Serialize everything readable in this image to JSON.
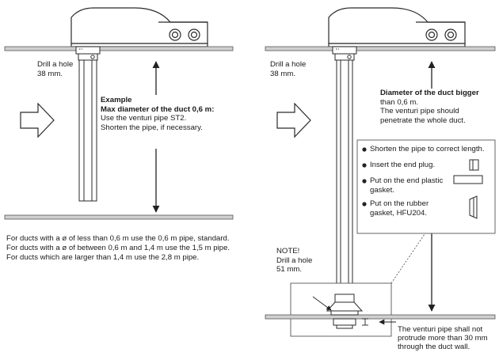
{
  "left": {
    "drill_note": [
      "Drill a hole",
      "38 mm."
    ],
    "example_title": "Example",
    "example_subtitle": "Max diameter of the duct 0,6 m:",
    "example_lines": [
      "Use the venturi pipe ST2.",
      "Shorten the pipe, if necessary."
    ],
    "footnotes": [
      "For ducts with a ø of less than 0,6 m use the 0,6 m pipe, standard.",
      "For ducts with a ø of between 0,6 m and 1,4 m use the 1,5 m pipe.",
      "For ducts which are larger than 1,4 m use the 2,8 m pipe."
    ]
  },
  "right": {
    "drill_note": [
      "Drill a hole",
      "38 mm."
    ],
    "bigger_title": "Diameter of the duct bigger",
    "bigger_lines": [
      "than 0,6 m.",
      "The venturi pipe should",
      "penetrate the whole duct."
    ],
    "steps": [
      {
        "label_lines": [
          "Shorten the pipe to correct length."
        ],
        "icon": "none"
      },
      {
        "label_lines": [
          "Insert the end plug."
        ],
        "icon": "end-plug-icon"
      },
      {
        "label_lines": [
          "Put on the end plastic",
          "gasket."
        ],
        "icon": "plastic-gasket-icon"
      },
      {
        "label_lines": [
          "Put on the rubber",
          "gasket, HFU204."
        ],
        "icon": "rubber-gasket-icon"
      }
    ],
    "note_lines": [
      "NOTE!",
      "Drill a hole",
      "51 mm."
    ],
    "protrude_lines": [
      "The venturi pipe shall not",
      "protrude more than 30 mm",
      "through the duct wall."
    ]
  },
  "colors": {
    "duct_wall": "#cfcfcf",
    "line": "#2a2a2a",
    "text": "#1a1a1a",
    "background": "#ffffff"
  }
}
